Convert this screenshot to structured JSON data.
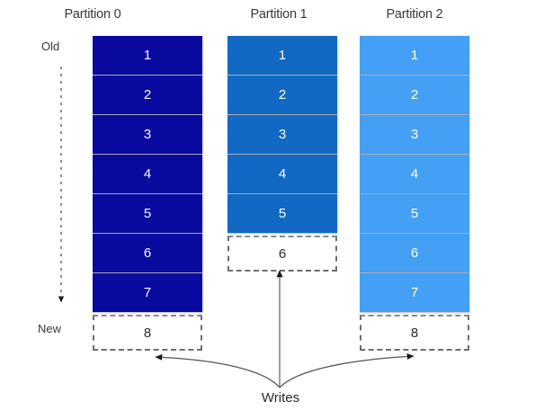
{
  "diagram": {
    "title_row": {
      "headers": [
        {
          "label": "Partition 0"
        },
        {
          "label": "Partition 1"
        },
        {
          "label": "Partition 2"
        }
      ]
    },
    "axis": {
      "old_label": "Old",
      "new_label": "New",
      "direction_icon": "down-arrow-icon"
    },
    "partitions": [
      {
        "name": "Partition 0",
        "color": "#0A0AA0",
        "cells": [
          "1",
          "2",
          "3",
          "4",
          "5",
          "6",
          "7"
        ],
        "pending_cell": "8"
      },
      {
        "name": "Partition 1",
        "color": "#1269C4",
        "cells": [
          "1",
          "2",
          "3",
          "4",
          "5"
        ],
        "pending_cell": "6"
      },
      {
        "name": "Partition 2",
        "color": "#43A0F5",
        "cells": [
          "1",
          "2",
          "3",
          "4",
          "5",
          "6",
          "7"
        ],
        "pending_cell": "8"
      }
    ],
    "writes": {
      "label": "Writes",
      "icon": "arrow-up-icon"
    },
    "colors": {
      "partition_0": "#0A0AA0",
      "partition_1": "#1269C4",
      "partition_2": "#43A0F5",
      "dashed_border": "#6e6e6e",
      "arrow_stroke": "#555555",
      "text_dark": "#3a3a3a",
      "background": "#ffffff"
    }
  }
}
